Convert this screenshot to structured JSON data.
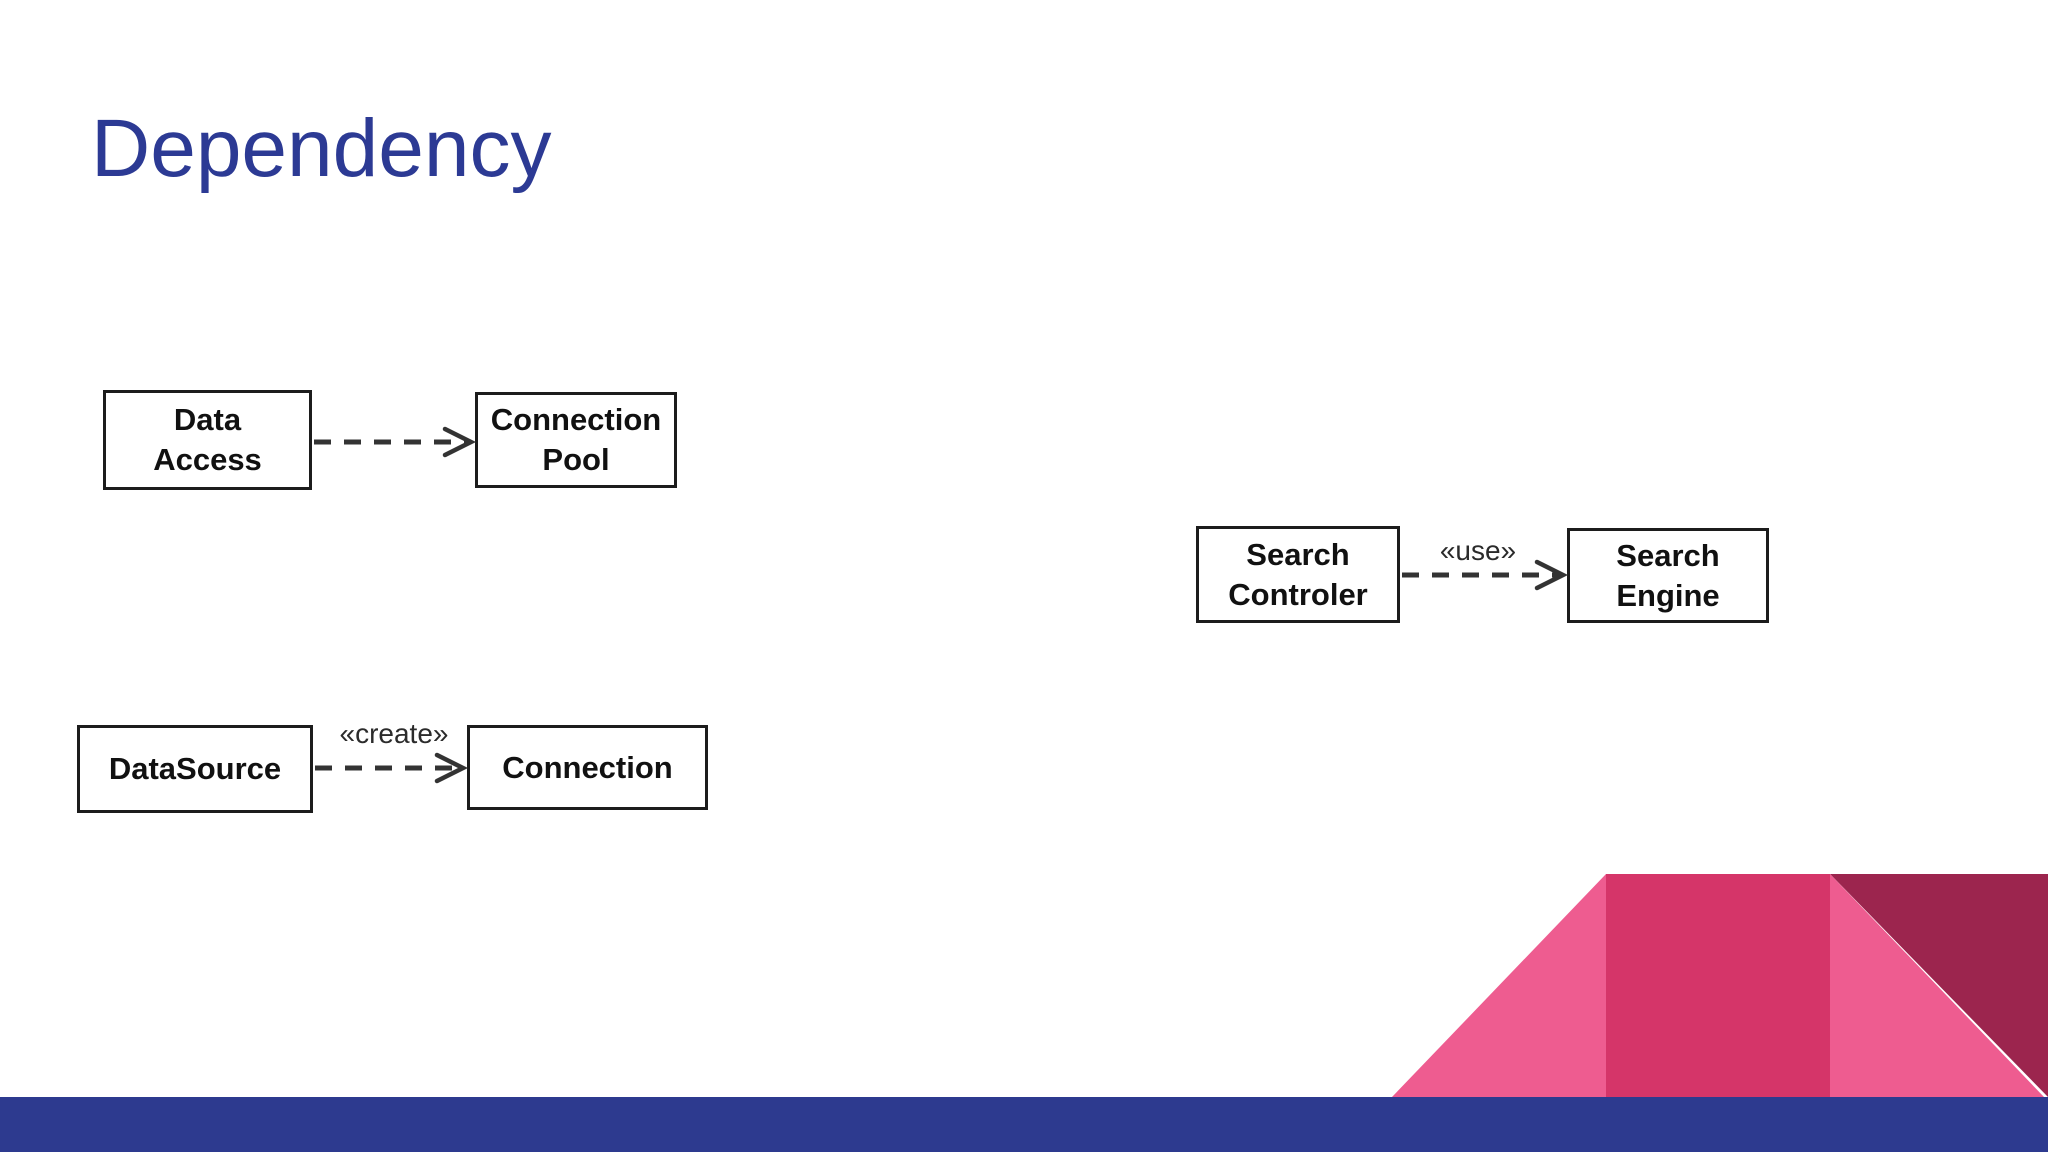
{
  "slide": {
    "title": "Dependency"
  },
  "diagrams": [
    {
      "id": "data-access-to-connection-pool",
      "from": {
        "label": "Data\nAccess"
      },
      "to": {
        "label": "Connection\nPool"
      },
      "stereotype": ""
    },
    {
      "id": "search-controler-to-search-engine",
      "from": {
        "label": "Search\nControler"
      },
      "to": {
        "label": "Search\nEngine"
      },
      "stereotype": "«use»"
    },
    {
      "id": "datasource-to-connection",
      "from": {
        "label": "DataSource"
      },
      "to": {
        "label": "Connection"
      },
      "stereotype": "«create»"
    }
  ],
  "colors": {
    "title_text": "#2c3a94",
    "footer_bar": "#2d3a8f",
    "decor_pink_light": "#ee5c90",
    "decor_rose": "#d53569",
    "decor_maroon": "#9c254e",
    "box_border": "#1c1c1c",
    "box_text": "#111111",
    "arrow": "#333333"
  }
}
